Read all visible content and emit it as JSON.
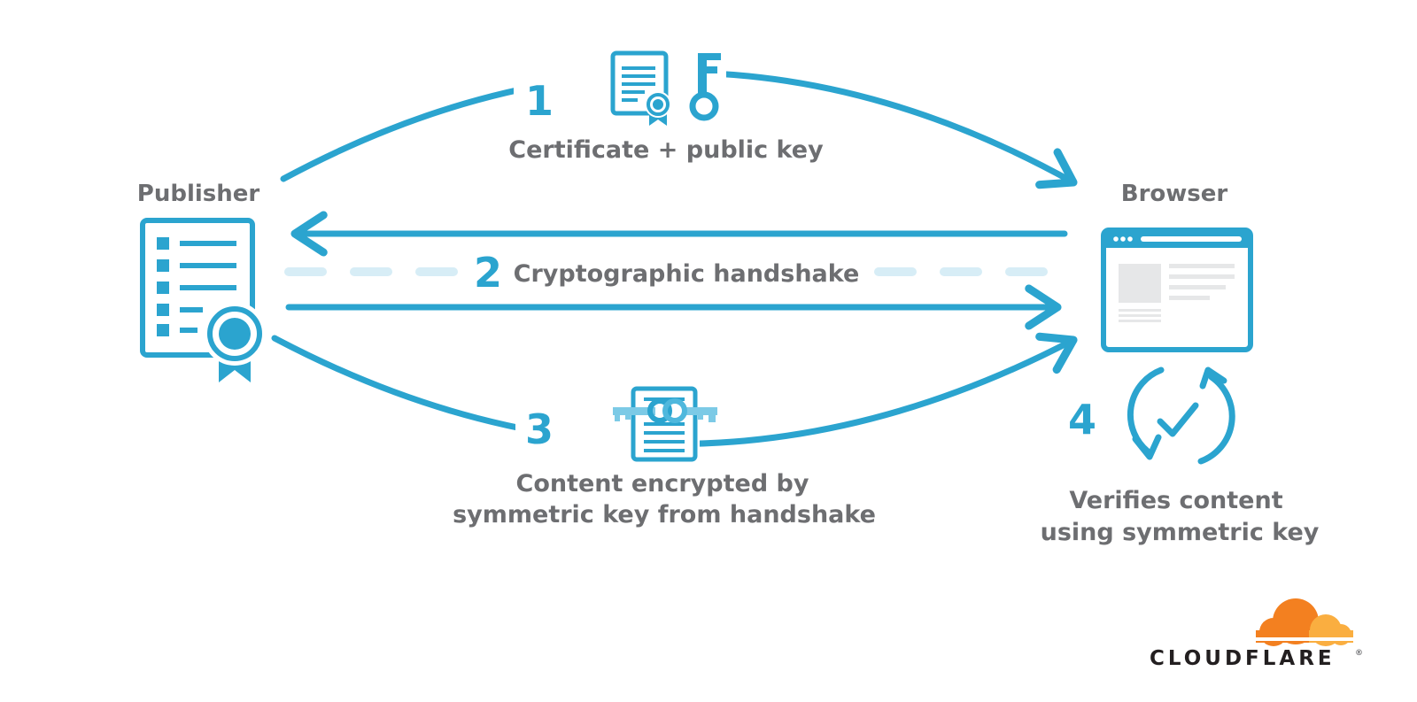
{
  "colors": {
    "accent": "#2ba4cf",
    "dash": "#d7edf6",
    "text": "#6d6e71",
    "cloud_orange": "#f38020",
    "cloud_light": "#faae40",
    "wordmark": "#231f20"
  },
  "nodes": {
    "publisher": "Publisher",
    "browser": "Browser"
  },
  "steps": [
    {
      "number": "1",
      "label": "Certificate + public key"
    },
    {
      "number": "2",
      "label": "Cryptographic handshake"
    },
    {
      "number": "3",
      "label_lines": [
        "Content encrypted by",
        "symmetric key from handshake"
      ]
    },
    {
      "number": "4",
      "label_lines": [
        "Verifies content",
        "using symmetric key"
      ]
    }
  ],
  "logo": {
    "wordmark": "CLOUDFLARE",
    "trademark": "®"
  },
  "icons": [
    "certificate-document-icon",
    "certificate-icon",
    "key-icon",
    "browser-window-icon",
    "chained-keys-document-icon",
    "refresh-check-icon",
    "cloudflare-cloud-icon"
  ]
}
